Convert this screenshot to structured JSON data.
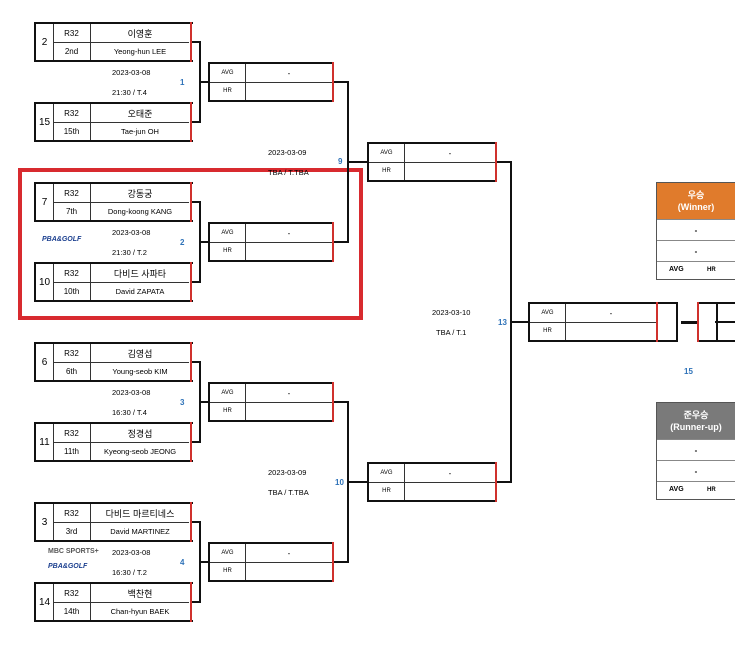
{
  "round_label": "R32",
  "avg_label": "AVG",
  "hr_label": "HR",
  "empty_value": "-",
  "players": [
    {
      "seed": "2",
      "rank": "2nd",
      "korean": "이영훈",
      "english": "Yeong-hun LEE"
    },
    {
      "seed": "15",
      "rank": "15th",
      "korean": "오태준",
      "english": "Tae-jun OH"
    },
    {
      "seed": "7",
      "rank": "7th",
      "korean": "강동궁",
      "english": "Dong-koong KANG"
    },
    {
      "seed": "10",
      "rank": "10th",
      "korean": "다비드 사파타",
      "english": "David ZAPATA"
    },
    {
      "seed": "6",
      "rank": "6th",
      "korean": "김영섭",
      "english": "Young-seob KIM"
    },
    {
      "seed": "11",
      "rank": "11th",
      "korean": "정경섭",
      "english": "Kyeong-seob JEONG"
    },
    {
      "seed": "3",
      "rank": "3rd",
      "korean": "다비드 마르티네스",
      "english": "David MARTINEZ"
    },
    {
      "seed": "14",
      "rank": "14th",
      "korean": "백찬현",
      "english": "Chan-hyun BAEK"
    }
  ],
  "matches": [
    {
      "num": "1",
      "date": "2023-03-08",
      "time": "21:30 / T.4"
    },
    {
      "num": "2",
      "date": "2023-03-08",
      "time": "21:30 / T.2"
    },
    {
      "num": "3",
      "date": "2023-03-08",
      "time": "16:30 / T.4"
    },
    {
      "num": "4",
      "date": "2023-03-08",
      "time": "16:30 / T.2"
    },
    {
      "num": "9",
      "date": "2023-03-09",
      "time": "TBA / T.TBA"
    },
    {
      "num": "10",
      "date": "2023-03-09",
      "time": "TBA / T.TBA"
    },
    {
      "num": "13",
      "date": "2023-03-10",
      "time": "TBA / T.1"
    },
    {
      "num": "15"
    }
  ],
  "winner": {
    "title": "우승",
    "subtitle": "(Winner)",
    "color": "#e07b2c"
  },
  "runner_up": {
    "title": "준우승",
    "subtitle": "(Runner-up)",
    "color": "#7a7a7a"
  },
  "logos": {
    "pba": "PBA&GOLF",
    "mbc": "MBC SPORTS+"
  },
  "colors": {
    "accent_red": "#d0312d",
    "match_blue": "#2e72b8"
  }
}
